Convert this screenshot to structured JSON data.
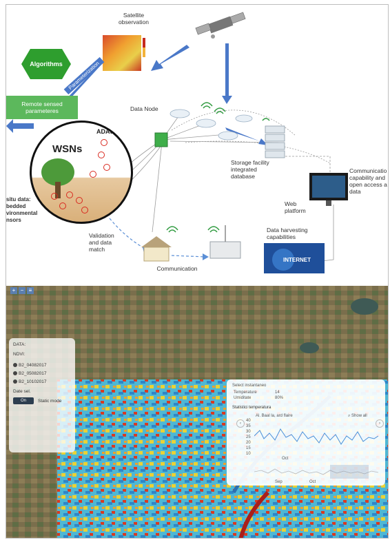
{
  "diagram": {
    "satellite_observation_label": "Satellite\nobservation",
    "algorithms_label": "Algorithms",
    "parameterization_label": "Parameterization",
    "remote_sensed_label": "Remote sensed\nparameteres",
    "wsns_label": "WSNs",
    "adas_label": "ADAS",
    "in_situ_label": "situ data:\nbedded\nvironmental\nnsors",
    "data_node_label": "Data Node",
    "storage_label": "Storage facility\nintegrated\ndatabase",
    "communication_label_right": "Communicatio\ncapability and\nopen access a\ndata",
    "web_platform_label": "Web\nplatform",
    "validation_label": "Validation\nand data\nmatch",
    "communication_label_bottom": "Communication",
    "data_harvesting_label": "Data harvesting\ncapabilities",
    "internet_label": "INTERNET"
  },
  "map": {
    "panel": {
      "title": "DATA:",
      "subtitle": "NDVI:",
      "items": [
        "B2_04082017",
        "B2_05082017",
        "B2_10102017"
      ],
      "date_label": "Date sel.",
      "on_button": "On",
      "statistic_mode": "Static mode"
    },
    "stats": {
      "header": "Select instantaneo",
      "temperature_label": "Temperature",
      "temperature_value": "14",
      "humidity_label": "Umiditate",
      "humidity_value": "80%",
      "chart_title": "Statistici temperatura",
      "chart_subtitle": "Al. Baal la, ard flaire",
      "show_all": "Show all",
      "y_ticks": [
        "40",
        "35",
        "30",
        "25",
        "20",
        "15",
        "10"
      ],
      "x_tick": "Oct",
      "x_ticks_bottom": [
        "Sep",
        "Oct"
      ]
    }
  }
}
